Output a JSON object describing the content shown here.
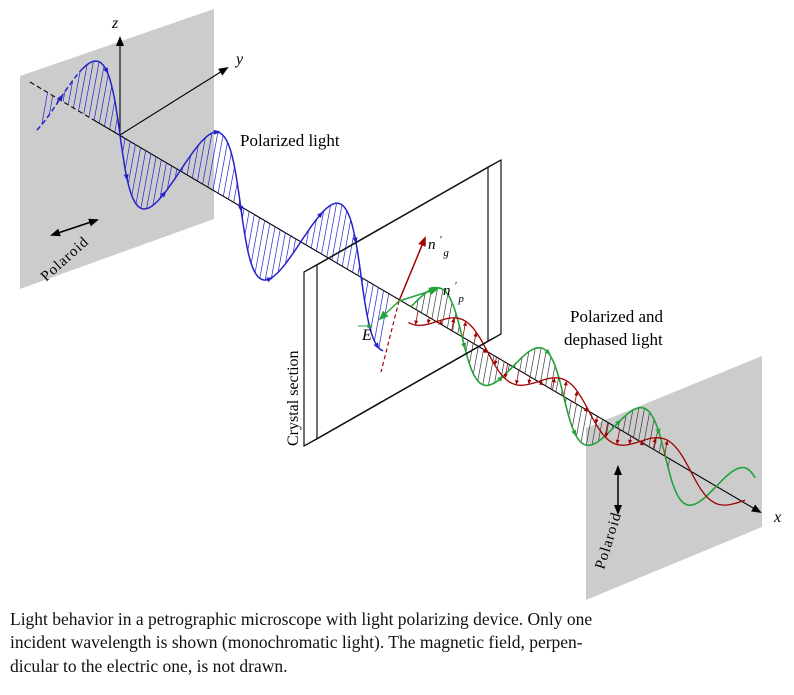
{
  "diagram": {
    "axis_labels": {
      "z": "z",
      "y": "y",
      "x": "x"
    },
    "labels": {
      "polarized_light": "Polarized light",
      "dephased_light_line1": "Polarized and",
      "dephased_light_line2": "dephased light",
      "crystal_section": "Crystal section",
      "polaroid_left": "Polaroid",
      "polaroid_right": "Polaroid",
      "e_vector": "E",
      "ng_base": "n",
      "ng_prime": "′",
      "ng_sub": "g",
      "np_base": "n",
      "np_prime": "′",
      "np_sub": "p"
    },
    "colors": {
      "incident_wave": "#2323cc",
      "fast_ray": "#22a33a",
      "slow_ray": "#a00000",
      "plate": "#cccccc",
      "plate_text": "#b4b4b4",
      "hatch_dark": "#3a3a3a",
      "axis": "#000000"
    }
  },
  "caption": {
    "lines": [
      "Light behavior in a petrographic microscope with light polarizing device. Only one",
      "incident wavelength is shown (monochromatic light). The magnetic field, perpen-",
      "dicular to the electric one, is not drawn."
    ]
  }
}
